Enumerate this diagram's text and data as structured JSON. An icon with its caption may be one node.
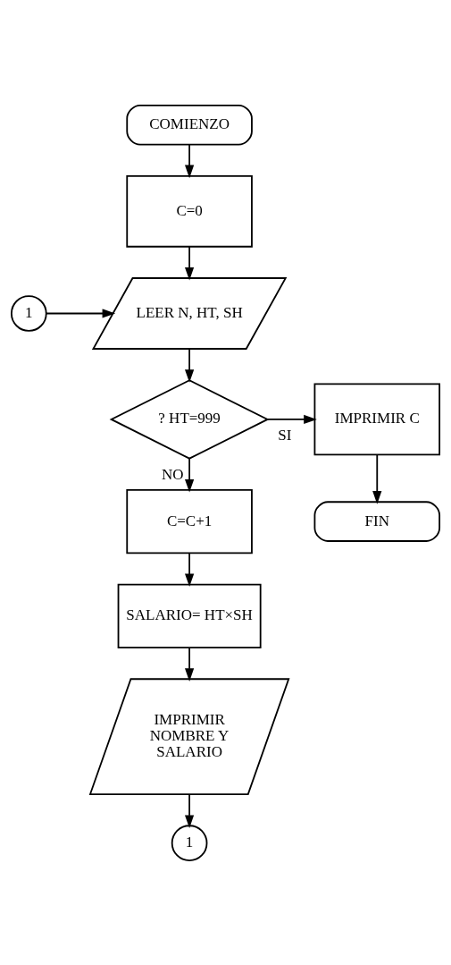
{
  "diagram": {
    "nodes": [
      {
        "text": [
          "COMIENZO"
        ]
      },
      {
        "text": [
          "C=0"
        ]
      },
      {
        "text": [
          "1"
        ]
      },
      {
        "text": [
          "LEER N, HT, SH"
        ]
      },
      {
        "text": [
          "? HT=999"
        ]
      },
      {
        "text": [
          "IMPRIMIR C"
        ]
      },
      {
        "text": [
          "FIN"
        ]
      },
      {
        "text": [
          "C=C+1"
        ]
      },
      {
        "text": [
          "SALARIO= HT×SH"
        ]
      },
      {
        "text": [
          "IMPRIMIR NOMBRE Y SALARIO"
        ]
      },
      {
        "text": [
          "1"
        ]
      }
    ],
    "edges": [
      {
        "from": 0,
        "to": 1,
        "arrow": "to"
      },
      {
        "from": 1,
        "to": 3,
        "arrow": "to"
      },
      {
        "from": 2,
        "to": 3,
        "arrow": "to"
      },
      {
        "from": 3,
        "to": 4,
        "arrow": "to"
      },
      {
        "from": 4,
        "to": 5,
        "arrow": "to",
        "label": "SI"
      },
      {
        "from": 5,
        "to": 6,
        "arrow": "to"
      },
      {
        "from": 4,
        "to": 7,
        "arrow": "to",
        "label": "NO"
      },
      {
        "from": 7,
        "to": 8,
        "arrow": "to"
      },
      {
        "from": 8,
        "to": 9,
        "arrow": "to"
      },
      {
        "from": 9,
        "to": 10,
        "arrow": "to"
      }
    ]
  }
}
